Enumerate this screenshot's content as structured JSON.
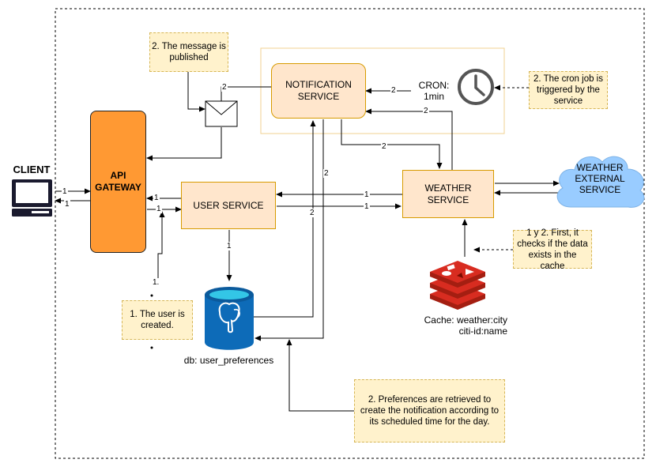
{
  "client": {
    "label": "CLIENT"
  },
  "api_gateway": {
    "label": "API GATEWAY"
  },
  "user_service": {
    "label": "USER SERVICE"
  },
  "notification_service": {
    "label": "NOTIFICATION SERVICE"
  },
  "weather_service": {
    "label": "WEATHER SERVICE"
  },
  "weather_external": {
    "label": "WEATHER EXTERNAL SERVICE"
  },
  "cron": {
    "label": "CRON: 1min"
  },
  "database": {
    "label": "db: user_preferences"
  },
  "cache": {
    "label": "Cache: weather:city citi-id:name"
  },
  "notes": {
    "message_published": "2. The message is published",
    "cron_triggered": "2. The cron job is triggered by the service",
    "cache_check": "1 y 2. First, it checks if the data exists in the cache",
    "user_created": "1. The user is created.",
    "preferences_retrieved": "2. Preferences are retrieved to create the notification according to its scheduled time for the day."
  },
  "edge_labels": {
    "client_gateway_1a": "1",
    "client_gateway_1b": "1",
    "gateway_user_1a": "1",
    "gateway_user_1b": "1",
    "user_db": "1",
    "note_user_1": "1.",
    "notif_envelope": "2",
    "cron_notif": "2",
    "weather_notif": "2",
    "notif_weather": "2",
    "notif_db": "2",
    "user_notif": "2",
    "weather_user": "1",
    "user_weather": "1"
  },
  "colors": {
    "orange_fill": "#ffe6cc",
    "orange_stroke": "#d79b00",
    "gateway_fill": "#ff9933",
    "note_fill": "#fff2cc",
    "note_stroke": "#d6b656",
    "cloud_fill": "#99ccff",
    "postgres_blue": "#0d6bb8",
    "redis_red": "#c6302b"
  },
  "icons": [
    "computer-icon",
    "envelope-icon",
    "clock-icon",
    "postgresql-icon",
    "redis-icon",
    "cloud-icon"
  ]
}
